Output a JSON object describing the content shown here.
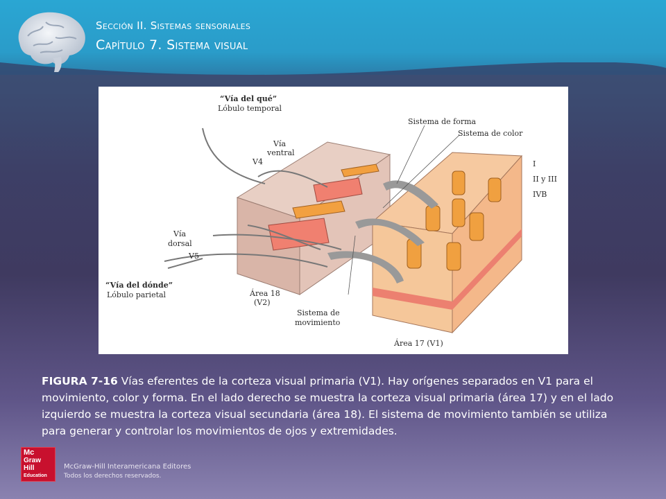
{
  "header": {
    "section": "Sección II. Sistemas sensoriales",
    "chapter": "Capítulo 7. Sistema visual"
  },
  "figure_labels": {
    "what_pathway": "“Vía del qué”",
    "temporal_lobe": "Lóbulo temporal",
    "ventral_1": "Vía",
    "ventral_2": "ventral",
    "v4": "V4",
    "form_system": "Sistema de forma",
    "color_system": "Sistema de color",
    "layer_i": "I",
    "layer_ii_iii": "II y III",
    "layer_ivb": "IVB",
    "dorsal_1": "Vía",
    "dorsal_2": "dorsal",
    "v5": "V5",
    "where_pathway": "“Vía del dónde”",
    "parietal_lobe": "Lóbulo parietal",
    "area18_1": "Área 18",
    "area18_2": "(V2)",
    "movement_1": "Sistema de",
    "movement_2": "movimiento",
    "area17": "Área 17 (V1)"
  },
  "caption": {
    "number": "FIGURA 7-16",
    "text": " Vías eferentes de la corteza visual primaria (V1). Hay orígenes separados en V1 para el movimiento, color y forma. En el lado derecho se muestra la corteza visual primaria (área 17) y en el lado izquierdo se muestra la corteza visual secundaria (área 18). El sistema de movimiento también se utiliza para generar y controlar los movimientos de ojos y extremidades."
  },
  "footer": {
    "logo_lines": [
      "Mc",
      "Graw",
      "Hill",
      "Education"
    ],
    "publisher": "McGraw-Hill Interamericana Editores",
    "rights": "Todos los derechos reservados."
  },
  "colors": {
    "header_blue": "#2aa6d3",
    "logo_red": "#c8102e",
    "column_orange": "#f0a040"
  },
  "icons": [
    "brain-icon",
    "publisher-logo"
  ]
}
